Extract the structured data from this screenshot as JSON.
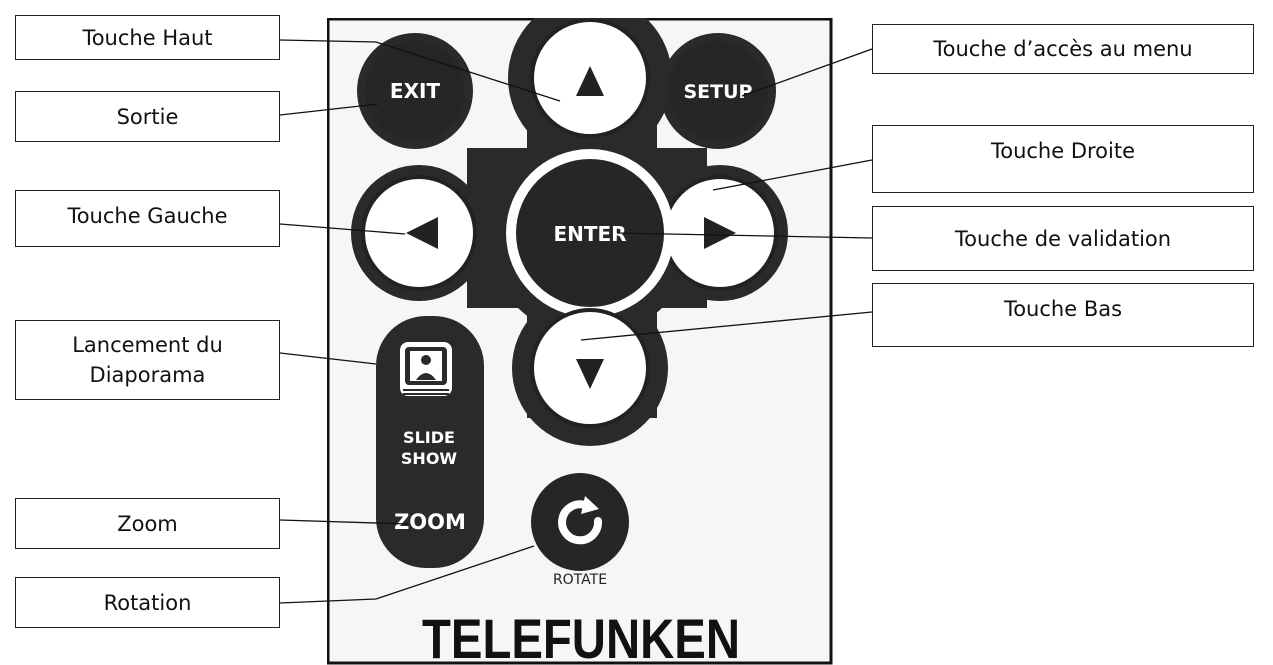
{
  "labels": {
    "up": "Touche Haut",
    "exit": "Sortie",
    "left": "Touche Gauche",
    "slideshow_line1": "Lancement du",
    "slideshow_line2": "Diaporama",
    "zoom": "Zoom",
    "rotation": "Rotation",
    "menu": "Touche d’accès au menu",
    "right": "Touche Droite",
    "enter": "Touche de validation",
    "down": "Touche Bas"
  },
  "remote": {
    "exit_button": "EXIT",
    "setup_button": "SETUP",
    "enter_button": "ENTER",
    "slide_line1": "SLIDE",
    "slide_line2": "SHOW",
    "zoom_button": "ZOOM",
    "rotate_caption": "ROTATE",
    "brand": "TELEFUNKEN",
    "icons": [
      "up-arrow-icon",
      "down-arrow-icon",
      "left-arrow-icon",
      "right-arrow-icon",
      "slideshow-icon",
      "rotate-icon"
    ]
  }
}
